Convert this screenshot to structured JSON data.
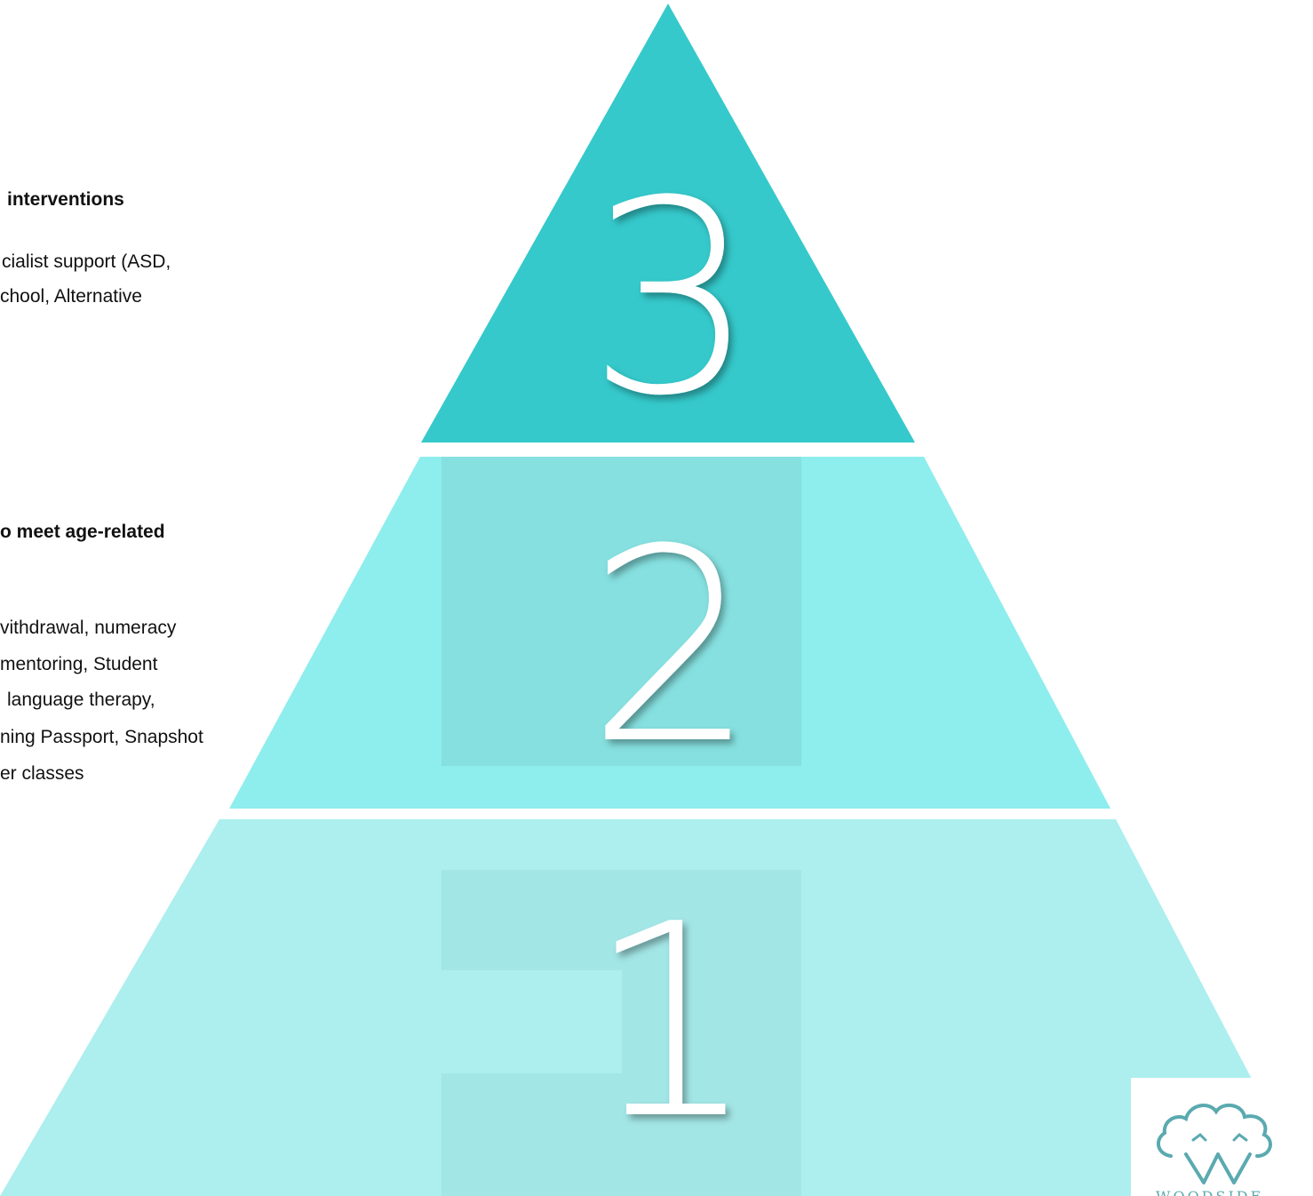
{
  "tiers": [
    {
      "number": "3",
      "color": "#35c9cb"
    },
    {
      "number": "2",
      "color": "#8eeded"
    },
    {
      "number": "1",
      "color": "#adeeee"
    }
  ],
  "tier3_text": {
    "heading": "interventions",
    "lines": [
      "cialist support (ASD,",
      "chool, Alternative"
    ]
  },
  "tier2_text": {
    "heading": "o meet age-related",
    "lines": [
      "vithdrawal,  numeracy",
      "mentoring, Student",
      "language therapy,",
      "ning Passport, Snapshot",
      "er classes"
    ]
  },
  "logo": {
    "text": "WOODSIDE",
    "icon": "tree-icon",
    "color": "#5aaab0"
  }
}
